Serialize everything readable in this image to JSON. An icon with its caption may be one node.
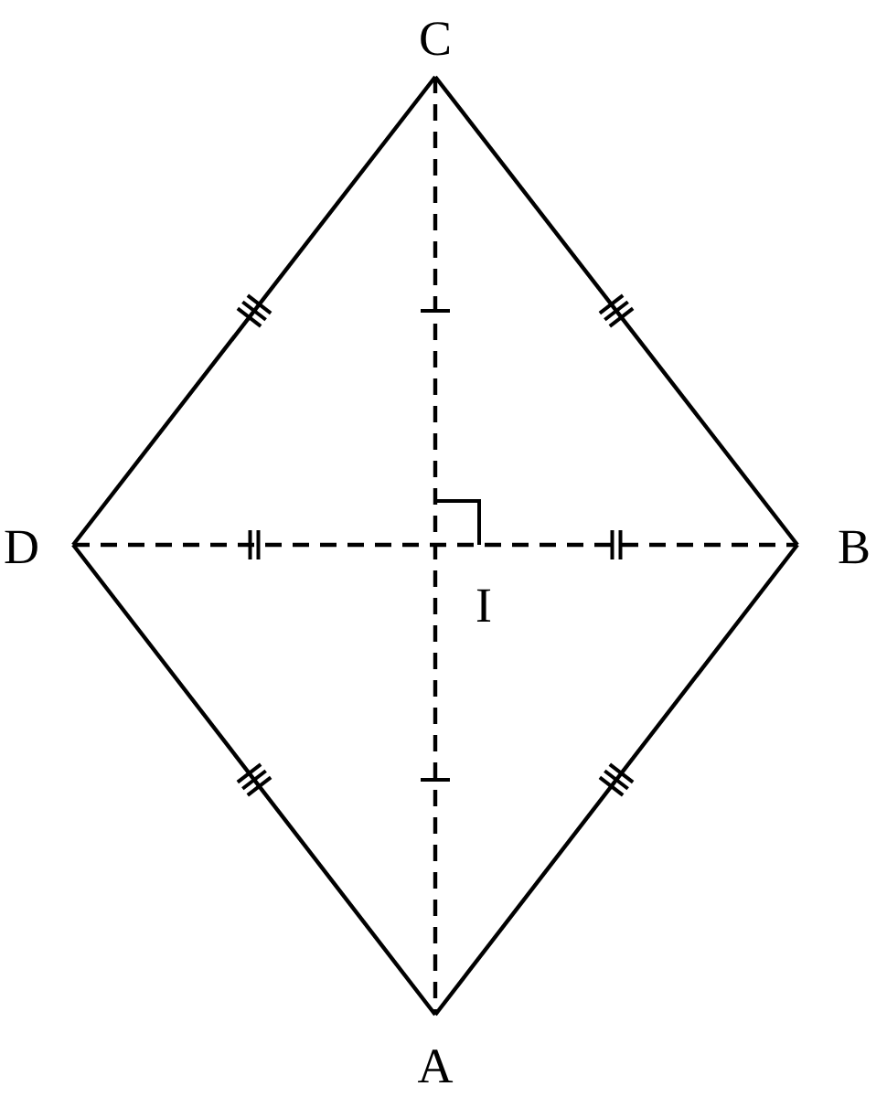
{
  "diagram": {
    "nodes": [
      {
        "text": [
          "C"
        ]
      },
      {
        "text": [
          "D"
        ]
      },
      {
        "text": [
          "B"
        ]
      },
      {
        "text": [
          "A"
        ]
      }
    ],
    "edges": [
      {
        "from": 1,
        "to": 0,
        "arrow": "none"
      },
      {
        "from": 0,
        "to": 2,
        "arrow": "none"
      },
      {
        "from": 2,
        "to": 3,
        "arrow": "none"
      },
      {
        "from": 3,
        "to": 1,
        "arrow": "none"
      },
      {
        "from": 0,
        "to": 3,
        "arrow": "none",
        "style": "dashed"
      },
      {
        "from": 1,
        "to": 2,
        "arrow": "none",
        "style": "dashed"
      }
    ],
    "labels": [
      "I"
    ]
  }
}
